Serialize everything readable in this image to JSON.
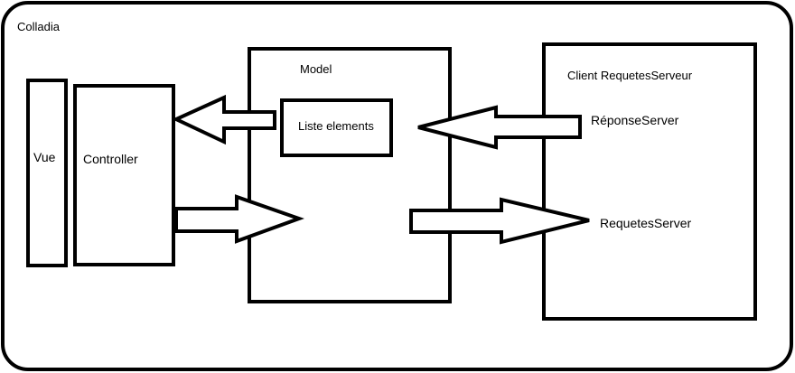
{
  "frame": {
    "label": "Colladia"
  },
  "vue": {
    "label": "Vue"
  },
  "controller": {
    "label": "Controller"
  },
  "model": {
    "label": "Model",
    "liste_elements": {
      "label": "Liste elements"
    }
  },
  "client": {
    "label": "Client RequetesServeur",
    "reponse_server": {
      "label": "RéponseServer"
    },
    "requetes_server": {
      "label": "RequetesServer"
    }
  },
  "colors": {
    "stroke": "#000000",
    "background": "#ffffff"
  }
}
